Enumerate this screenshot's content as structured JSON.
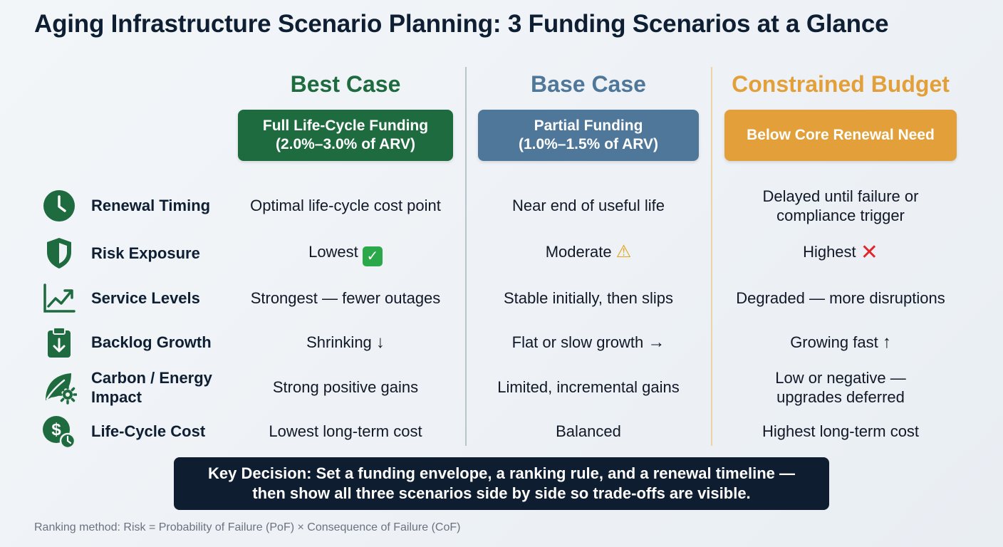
{
  "title": "Aging Infrastructure Scenario Planning: 3 Funding Scenarios at a Glance",
  "colors": {
    "best": "#1e6b3f",
    "base": "#4f7799",
    "constrained": "#e3a03a",
    "navy": "#0f1d30"
  },
  "scenarios": [
    {
      "name": "Best Case",
      "badge_line1": "Full Life-Cycle Funding",
      "badge_line2": "(2.0%–3.0% of ARV)"
    },
    {
      "name": "Base Case",
      "badge_line1": "Partial Funding",
      "badge_line2": "(1.0%–1.5% of ARV)"
    },
    {
      "name": "Constrained Budget",
      "badge_line1": "Below Core Renewal Need",
      "badge_line2": ""
    }
  ],
  "rows": [
    {
      "label_line1": "Renewal Timing",
      "label_line2": "",
      "icon": "clock-icon",
      "best": "Optimal life-cycle cost point",
      "base": "Near end of useful life",
      "constrained_line1": "Delayed until failure or",
      "constrained_line2": "compliance trigger"
    },
    {
      "label_line1": "Risk Exposure",
      "label_line2": "",
      "icon": "shield-icon",
      "best": "Lowest",
      "best_sym": "✓",
      "base": "Moderate",
      "base_sym": "⚠",
      "constrained_line1": "Highest",
      "constrained_sym": "✕",
      "constrained_line2": ""
    },
    {
      "label_line1": "Service Levels",
      "label_line2": "",
      "icon": "trend-up-chart-icon",
      "best": "Strongest — fewer outages",
      "base": "Stable initially, then slips",
      "constrained_line1": "Degraded — more disruptions",
      "constrained_line2": ""
    },
    {
      "label_line1": "Backlog Growth",
      "label_line2": "",
      "icon": "clipboard-down-icon",
      "best": "Shrinking",
      "best_sym": "↓",
      "base": "Flat or slow growth",
      "base_sym": "→",
      "constrained_line1": "Growing fast",
      "constrained_sym": "↑",
      "constrained_line2": ""
    },
    {
      "label_line1": "Carbon / Energy",
      "label_line2": "Impact",
      "icon": "leaf-gear-icon",
      "best": "Strong positive gains",
      "base": "Limited, incremental gains",
      "constrained_line1": "Low or negative —",
      "constrained_line2": "upgrades deferred"
    },
    {
      "label_line1": "Life-Cycle Cost",
      "label_line2": "",
      "icon": "dollar-clock-icon",
      "best": "Lowest long-term cost",
      "base": "Balanced",
      "constrained_line1": "Highest long-term cost",
      "constrained_line2": ""
    }
  ],
  "decision": {
    "line1": "Key Decision: Set a funding envelope, a ranking rule, and a renewal timeline —",
    "line2": "then show all three scenarios side by side so trade-offs are visible."
  },
  "footnote": "Ranking method: Risk = Probability of Failure (PoF) × Consequence of Failure (CoF)"
}
